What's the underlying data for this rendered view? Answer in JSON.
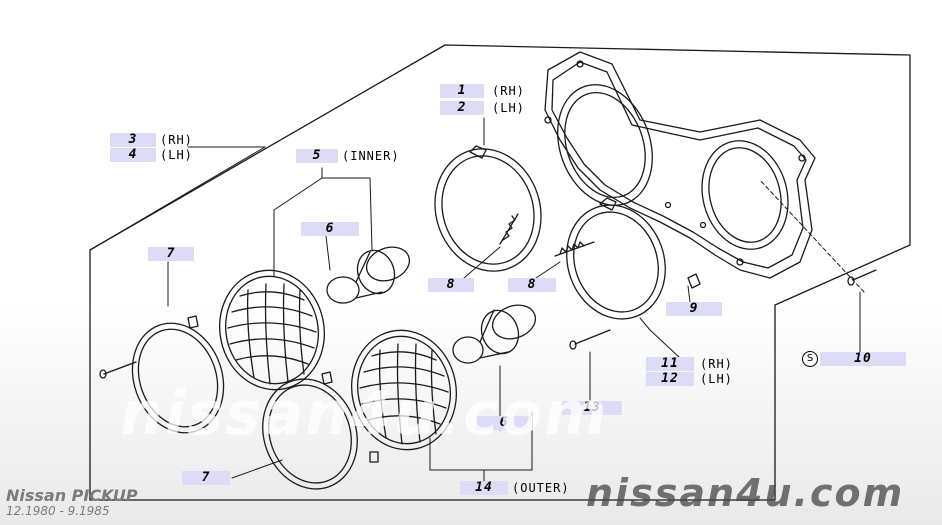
{
  "diagram": {
    "callouts": [
      {
        "id": "c1",
        "label": "1",
        "side": "(RH)"
      },
      {
        "id": "c2",
        "label": "2",
        "side": "(LH)"
      },
      {
        "id": "c3",
        "label": "3",
        "side": "(RH)"
      },
      {
        "id": "c4",
        "label": "4",
        "side": "(LH)"
      },
      {
        "id": "c5",
        "label": "5",
        "side": "(INNER)"
      },
      {
        "id": "c6a",
        "label": "6"
      },
      {
        "id": "c6b",
        "label": "6"
      },
      {
        "id": "c7a",
        "label": "7"
      },
      {
        "id": "c7b",
        "label": "7"
      },
      {
        "id": "c8a",
        "label": "8"
      },
      {
        "id": "c8b",
        "label": "8"
      },
      {
        "id": "c9",
        "label": "9"
      },
      {
        "id": "c10",
        "label": "10",
        "prefix": "S"
      },
      {
        "id": "c11",
        "label": "11",
        "side": "(RH)"
      },
      {
        "id": "c12",
        "label": "12",
        "side": "(LH)"
      },
      {
        "id": "c13",
        "label": "13"
      },
      {
        "id": "c14",
        "label": "14",
        "side": "(OUTER)"
      }
    ]
  },
  "watermark": {
    "text_light": "nissan4u.com",
    "text_dark": "nissan4u.com"
  },
  "caption": {
    "model": "Nissan PICKUP",
    "years": "12.1980 - 9.1985"
  }
}
